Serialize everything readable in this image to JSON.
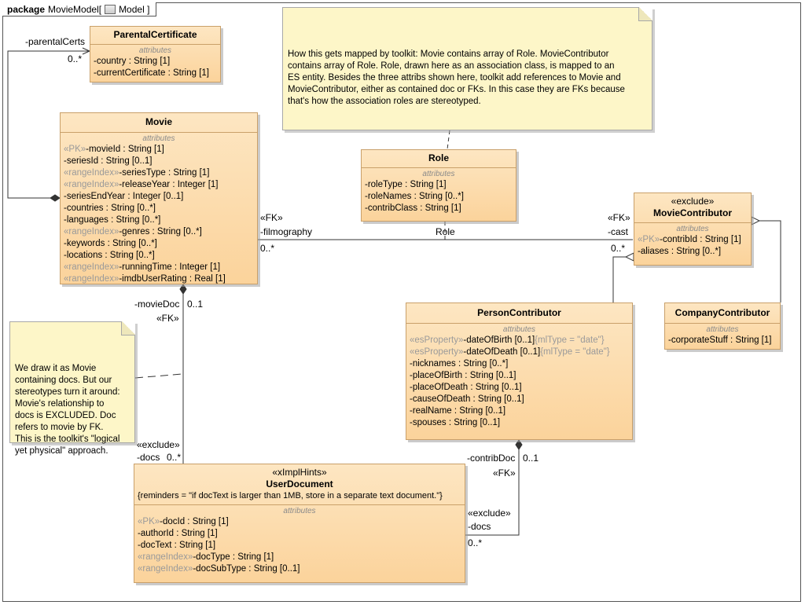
{
  "frame": {
    "keyword": "package",
    "name": "MovieModel[",
    "diagram_name": "Model ]",
    "icon": "package-diagram-icon"
  },
  "classes": {
    "parental_certificate": {
      "name": "ParentalCertificate",
      "compartment": "attributes",
      "attrs": [
        {
          "st": "",
          "text": "-country : String [1]"
        },
        {
          "st": "",
          "text": "-currentCertificate : String [1]"
        }
      ]
    },
    "movie": {
      "name": "Movie",
      "compartment": "attributes",
      "attrs": [
        {
          "st": "«PK»",
          "text": "-movieId : String [1]"
        },
        {
          "st": "",
          "text": "-seriesId : String [0..1]"
        },
        {
          "st": "«rangeIndex»",
          "text": "-seriesType : String [1]"
        },
        {
          "st": "«rangeIndex»",
          "text": "-releaseYear : Integer [1]"
        },
        {
          "st": "",
          "text": "-seriesEndYear : Integer [0..1]"
        },
        {
          "st": "",
          "text": "-countries : String [0..*]"
        },
        {
          "st": "",
          "text": "-languages : String [0..*]"
        },
        {
          "st": "«rangeIndex»",
          "text": "-genres : String [0..*]"
        },
        {
          "st": "",
          "text": "-keywords : String [0..*]"
        },
        {
          "st": "",
          "text": "-locations : String [0..*]"
        },
        {
          "st": "«rangeIndex»",
          "text": "-runningTime : Integer [1]"
        },
        {
          "st": "«rangeIndex»",
          "text": "-imdbUserRating : Real [1]"
        }
      ]
    },
    "role": {
      "name": "Role",
      "compartment": "attributes",
      "attrs": [
        {
          "st": "",
          "text": "-roleType : String [1]"
        },
        {
          "st": "",
          "text": "-roleNames : String [0..*]"
        },
        {
          "st": "",
          "text": "-contribClass : String [1]"
        }
      ]
    },
    "movie_contributor": {
      "stereotype": "«exclude»",
      "name": "MovieContributor",
      "compartment": "attributes",
      "attrs": [
        {
          "st": "«PK»",
          "text": "-contribId : String [1]"
        },
        {
          "st": "",
          "text": "-aliases : String [0..*]"
        }
      ]
    },
    "person_contributor": {
      "name": "PersonContributor",
      "compartment": "attributes",
      "attrs": [
        {
          "st": "«esProperty»",
          "text": "-dateOfBirth [0..1]",
          "tag": "{mlType = \"date\"}"
        },
        {
          "st": "«esProperty»",
          "text": "-dateOfDeath [0..1]",
          "tag": "{mlType = \"date\"}"
        },
        {
          "st": "",
          "text": "-nicknames : String [0..*]"
        },
        {
          "st": "",
          "text": "-placeOfBirth : String [0..1]"
        },
        {
          "st": "",
          "text": "-placeOfDeath : String [0..1]"
        },
        {
          "st": "",
          "text": "-causeOfDeath : String [0..1]"
        },
        {
          "st": "",
          "text": "-realName : String [0..1]"
        },
        {
          "st": "",
          "text": "-spouses : String [0..1]"
        }
      ]
    },
    "company_contributor": {
      "name": "CompanyContributor",
      "compartment": "attributes",
      "attrs": [
        {
          "st": "",
          "text": "-corporateStuff : String [1]"
        }
      ]
    },
    "user_document": {
      "stereotype": "«xImplHints»",
      "name": "UserDocument",
      "constraint": "{reminders = \"if docText is larger than 1MB, store in a separate text document.\"}",
      "compartment": "attributes",
      "attrs": [
        {
          "st": "«PK»",
          "text": "-docId : String [1]"
        },
        {
          "st": "",
          "text": "-authorId : String [1]"
        },
        {
          "st": "",
          "text": "-docText : String [1]"
        },
        {
          "st": "«rangeIndex»",
          "text": "-docType : String [1]"
        },
        {
          "st": "«rangeIndex»",
          "text": "-docSubType : String [0..1]"
        }
      ]
    }
  },
  "notes": {
    "toolkit_mapping": "How this gets mapped by toolkit: Movie contains array of Role. MovieContributor\ncontains array of Role. Role, drawn here as an association class, is mapped to an\nES entity. Besides the three attribs shown here, toolkit add references to Movie and\nMovieContributor, either as contained doc or FKs. In this case they are FKs because\nthat's how the association roles are stereotyped.",
    "docs_approach": "We draw it as Movie\ncontaining docs. But our\nstereotypes turn it around:\nMovie's relationship to\ndocs is EXCLUDED. Doc\nrefers to movie by FK.\nThis is the toolkit's \"logical\nyet physical\" approach."
  },
  "labels": {
    "parental_role": "-parentalCerts",
    "parental_mult": "0..*",
    "filmography_stereo": "«FK»",
    "filmography_role": "-filmography",
    "filmography_mult": "0..*",
    "role_assoc": "Role",
    "cast_stereo": "«FK»",
    "cast_role": "-cast",
    "cast_mult": "0..*",
    "moviedoc_role": "-movieDoc",
    "moviedoc_mult": "0..1",
    "moviedoc_stereo": "«FK»",
    "docs_stereo": "«exclude»",
    "docs_role": "-docs",
    "docs_mult": "0..*",
    "contribdoc_role": "-contribDoc",
    "contribdoc_mult": "0..1",
    "contribdoc_stereo": "«FK»",
    "docs2_stereo": "«exclude»",
    "docs2_role": "-docs",
    "docs2_mult": "0..*"
  }
}
